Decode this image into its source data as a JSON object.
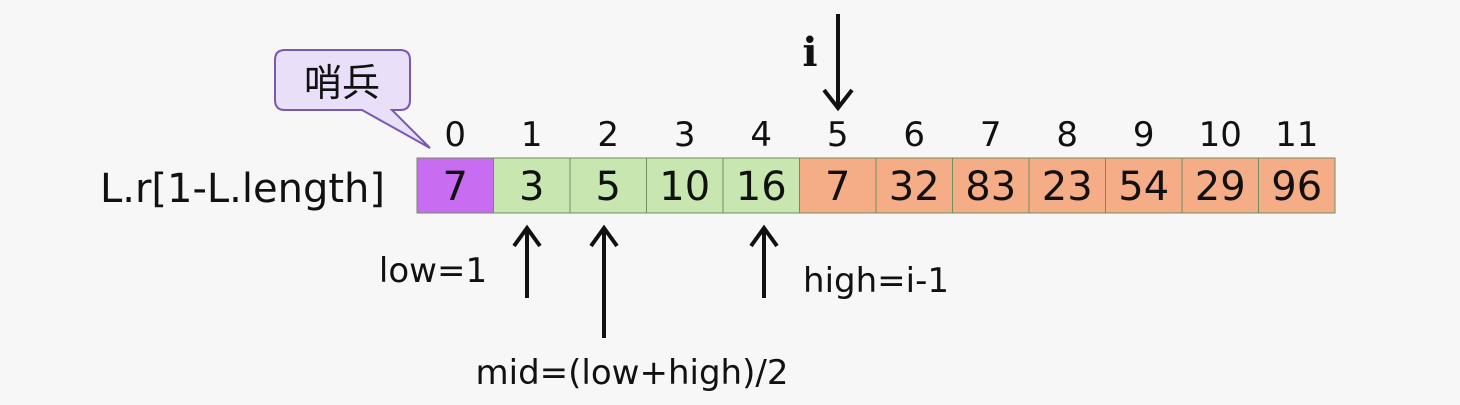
{
  "sentinel_label": "哨兵",
  "array_label": "L.r[1-L.length]",
  "indices": [
    "0",
    "1",
    "2",
    "3",
    "4",
    "5",
    "6",
    "7",
    "8",
    "9",
    "10",
    "11"
  ],
  "values": [
    "7",
    "3",
    "5",
    "10",
    "16",
    "7",
    "32",
    "83",
    "23",
    "54",
    "29",
    "96"
  ],
  "cell_roles": [
    "sentinel",
    "sorted",
    "sorted",
    "sorted",
    "sorted",
    "current",
    "unsorted",
    "unsorted",
    "unsorted",
    "unsorted",
    "unsorted",
    "unsorted"
  ],
  "colors": {
    "sentinel": "#c86cf2",
    "sorted": "#c8e6b0",
    "current": "#f4ad86",
    "unsorted": "#f4ad86",
    "callout_fill": "#e9dff8",
    "callout_stroke": "#7b57b5"
  },
  "pointers": {
    "i": "i",
    "low": "low=1",
    "mid": "mid=(low+high)/2",
    "high": "high=i-1"
  }
}
